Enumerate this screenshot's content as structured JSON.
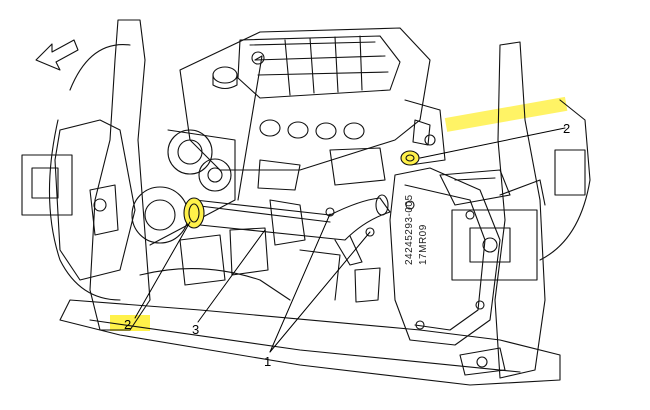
{
  "callouts": [
    {
      "id": "c2_top",
      "label": "2"
    },
    {
      "id": "c2_bottom",
      "label": "2"
    },
    {
      "id": "c3",
      "label": "3"
    },
    {
      "id": "c1",
      "label": "1"
    }
  ],
  "part_numbers": [
    "24245293-005",
    "17MR09"
  ],
  "colors": {
    "highlight": "#fff14a",
    "line": "#000000",
    "background": "#ffffff"
  },
  "icons": {
    "orientation": "arrow-left-icon"
  }
}
